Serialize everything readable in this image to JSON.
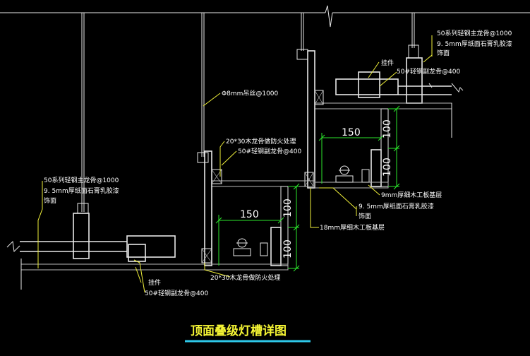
{
  "title": "顶面叠级灯槽详图",
  "colors": {
    "background": "#000000",
    "linework": "#e8e8e8",
    "leader": "#f1f13a",
    "dimension": "#2de62d",
    "title": "#f5f534",
    "title_underline": "#2ec7e8"
  },
  "labels": {
    "main_runner_right": "50系列轻钢主龙骨@1000",
    "gypsum_right_1": "9. 5mm厚纸面石膏乳胶漆",
    "gypsum_right_2": "饰面",
    "hanger_right": "挂件",
    "sub_runner_right": "50#轻钢副龙骨@400",
    "rod": "Φ8mm吊丝@1000",
    "wood_keel_top": "20*30木龙骨做防火处理",
    "sub_runner_mid": "50#轻钢副龙骨@400",
    "main_runner_left": "50系列轻钢主龙骨@1000",
    "gypsum_left_1": "9. 5mm厚纸面石膏乳胶漆",
    "gypsum_left_2": "饰面",
    "board_9mm": "9mm厚细木工板基层",
    "gypsum_mid_1": "9. 5mm厚纸面石膏乳胶漆",
    "gypsum_mid_2": "饰面",
    "board_18mm": "18mm厚细木工板基层",
    "wood_keel_bottom": "20*30木龙骨做防火处理",
    "hanger_left": "挂件",
    "sub_runner_left": "50#轻钢副龙骨@400"
  },
  "dimensions": {
    "upper_width": "150",
    "upper_height_top": "100",
    "upper_height_bottom": "100",
    "lower_width": "150",
    "lower_height_top": "100",
    "lower_height_bottom": "100"
  }
}
